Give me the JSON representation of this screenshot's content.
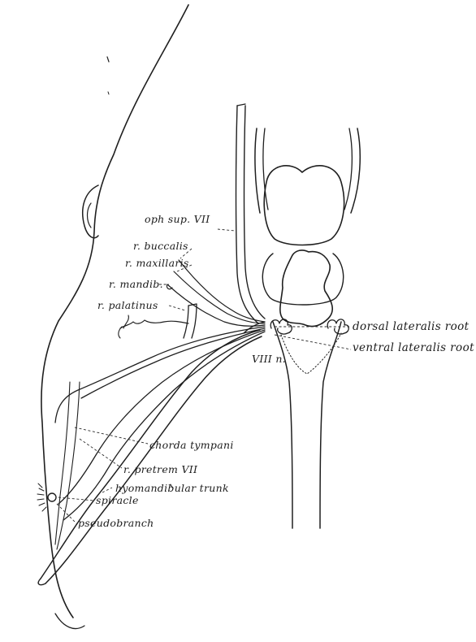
{
  "labels": {
    "oph_sup": "oph sup. VII",
    "r_buccalis": "r. buccalis",
    "r_maxillaris": "r. maxillaris",
    "r_mandib": "r. mandib.",
    "r_palatinus": "r. palatinus",
    "dorsal_lateralis_root": "dorsal lateralis root",
    "ventral_lateralis_root": "ventral lateralis root",
    "viii_n": "VIII n.",
    "chorda_tympani": "chorda tympani",
    "r_pretrem": "r. pretrem VII",
    "hyomandibular_trunk": "hyomandibular trunk",
    "spiracle": "spiracle",
    "pseudobranch": "pseudobranch"
  },
  "colors": {
    "ink": "#1f1f1f",
    "paper": "#ffffff"
  }
}
